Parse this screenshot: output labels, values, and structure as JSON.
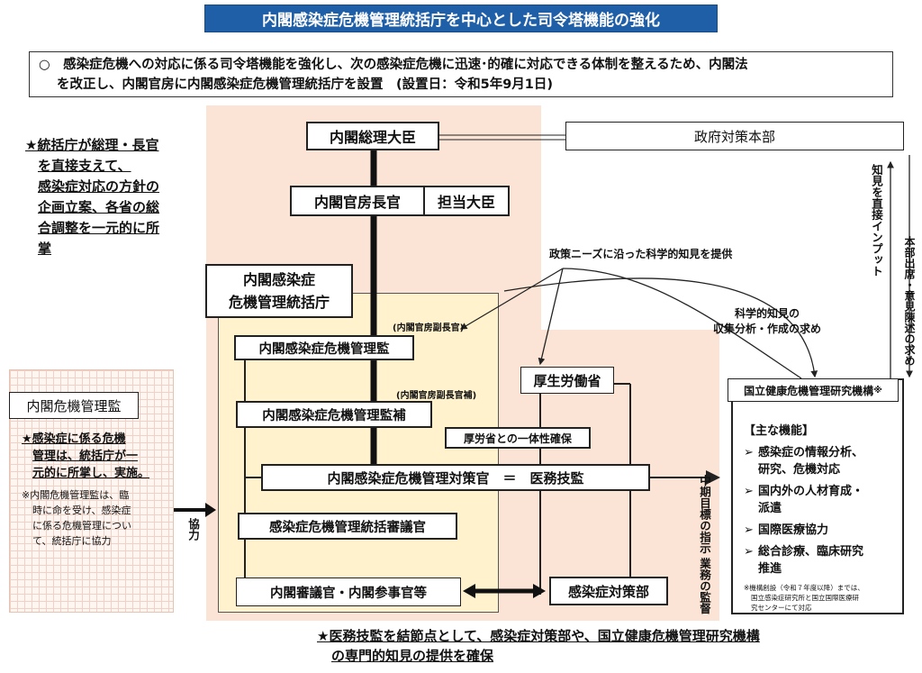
{
  "title": "内閣感染症危機管理統括庁を中心とした司令塔機能の強化",
  "summary": {
    "line1": "○　感染症危機への対応に係る司令塔機能を強化し、次の感染症危機に迅速･的確に対応できる体制を整えるため、内閣法",
    "line2": "を改正し、内閣官房に内閣感染症危機管理統括庁を設置　(設置日：令和5年9月1日)"
  },
  "left_note": [
    "★統括庁が総理・長官",
    "を直接支えて、",
    "感染症対応の方針の",
    "企画立案、各省の総",
    "合調整を一元的に所",
    "掌"
  ],
  "boxes": {
    "pm": "内閣総理大臣",
    "hq": "政府対策本部",
    "chief_cabinet": "内閣官房長官",
    "minister": "担当大臣",
    "agency_l1": "内閣感染症",
    "agency_l2": "危機管理統括庁",
    "supervisor": "内閣感染症危機管理監",
    "supervisor_assist": "内閣感染症危機管理監補",
    "officer": "内閣感染症危機管理対策官　＝　医務技監",
    "councillor": "感染症危機管理統括審議官",
    "staff": "内閣審議官・内閣参事官等",
    "mhlw": "厚生労働省",
    "unity": "厚労省との一体性確保",
    "bureau": "感染症対策部",
    "niid": "国立健康危機管理研究機構",
    "niid_mark": "※",
    "crisis": "内閣危機管理監"
  },
  "annotations": {
    "deputy1": "(内閣官房副長官)",
    "deputy2": "(内閣官房副長官補)",
    "policy_needs": "政策ニーズに沿った科学的知見を提供",
    "sci_req_l1": "科学的知見の",
    "sci_req_l2": "収集分析・作成の求め",
    "direct_input": "知見を直接インプット",
    "attend": "本部出席・意見陳述の求め",
    "mid_term": "中期目標の指示",
    "supervision": "業務の監督",
    "cooperate": "協力"
  },
  "crisis_note": {
    "bold": [
      "★感染症に係る危機",
      "管理は、統括庁が一",
      "元的に所掌し、実施。"
    ],
    "small": [
      "※内閣危機管理監は、臨",
      "時に命を受け、感染症",
      "に係る危機管理につい",
      "て、統括庁に協力"
    ]
  },
  "functions": {
    "heading": "【主な機能】",
    "marker": "➢",
    "items": [
      [
        "感染症の情報分析、",
        "研究、危機対応"
      ],
      [
        "国内外の人材育成・",
        "派遣"
      ],
      [
        "国際医療協力"
      ],
      [
        "総合診療、臨床研究",
        "推進"
      ]
    ],
    "footnote": [
      "※機構創設（令和７年度以降）までは、",
      "国立感染症研究所と国立国際医療研",
      "究センターにて対応"
    ]
  },
  "bottom_note": [
    "★医務技監を結節点として、感染症対策部や、国立健康危機管理研究機構",
    "の専門的知見の提供を確保"
  ],
  "colors": {
    "title_bg": "#1f5fa8",
    "peach": "#fbe4d5",
    "cream": "#fff2cc"
  }
}
